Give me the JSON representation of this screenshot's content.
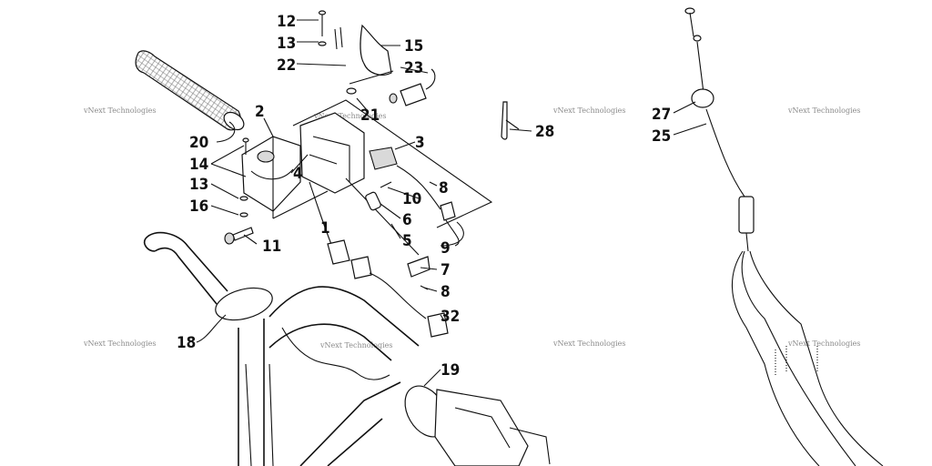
{
  "diagram": {
    "watermark_text": "vNext Technologies",
    "labels": [
      {
        "id": "l12",
        "text": "12"
      },
      {
        "id": "l13a",
        "text": "13"
      },
      {
        "id": "l22",
        "text": "22"
      },
      {
        "id": "l15",
        "text": "15"
      },
      {
        "id": "l23",
        "text": "23"
      },
      {
        "id": "l2",
        "text": "2"
      },
      {
        "id": "l21",
        "text": "21"
      },
      {
        "id": "l20",
        "text": "20"
      },
      {
        "id": "l3",
        "text": "3"
      },
      {
        "id": "l28",
        "text": "28"
      },
      {
        "id": "l14",
        "text": "14"
      },
      {
        "id": "l4",
        "text": "4"
      },
      {
        "id": "l8a",
        "text": "8"
      },
      {
        "id": "l13b",
        "text": "13"
      },
      {
        "id": "l10",
        "text": "10"
      },
      {
        "id": "l16",
        "text": "16"
      },
      {
        "id": "l6",
        "text": "6"
      },
      {
        "id": "l1",
        "text": "1"
      },
      {
        "id": "l5",
        "text": "5"
      },
      {
        "id": "l9",
        "text": "9"
      },
      {
        "id": "l11",
        "text": "11"
      },
      {
        "id": "l7",
        "text": "7"
      },
      {
        "id": "l8b",
        "text": "8"
      },
      {
        "id": "l32",
        "text": "32"
      },
      {
        "id": "l18",
        "text": "18"
      },
      {
        "id": "l19",
        "text": "19"
      },
      {
        "id": "l27",
        "text": "27"
      },
      {
        "id": "l25",
        "text": "25"
      }
    ]
  }
}
